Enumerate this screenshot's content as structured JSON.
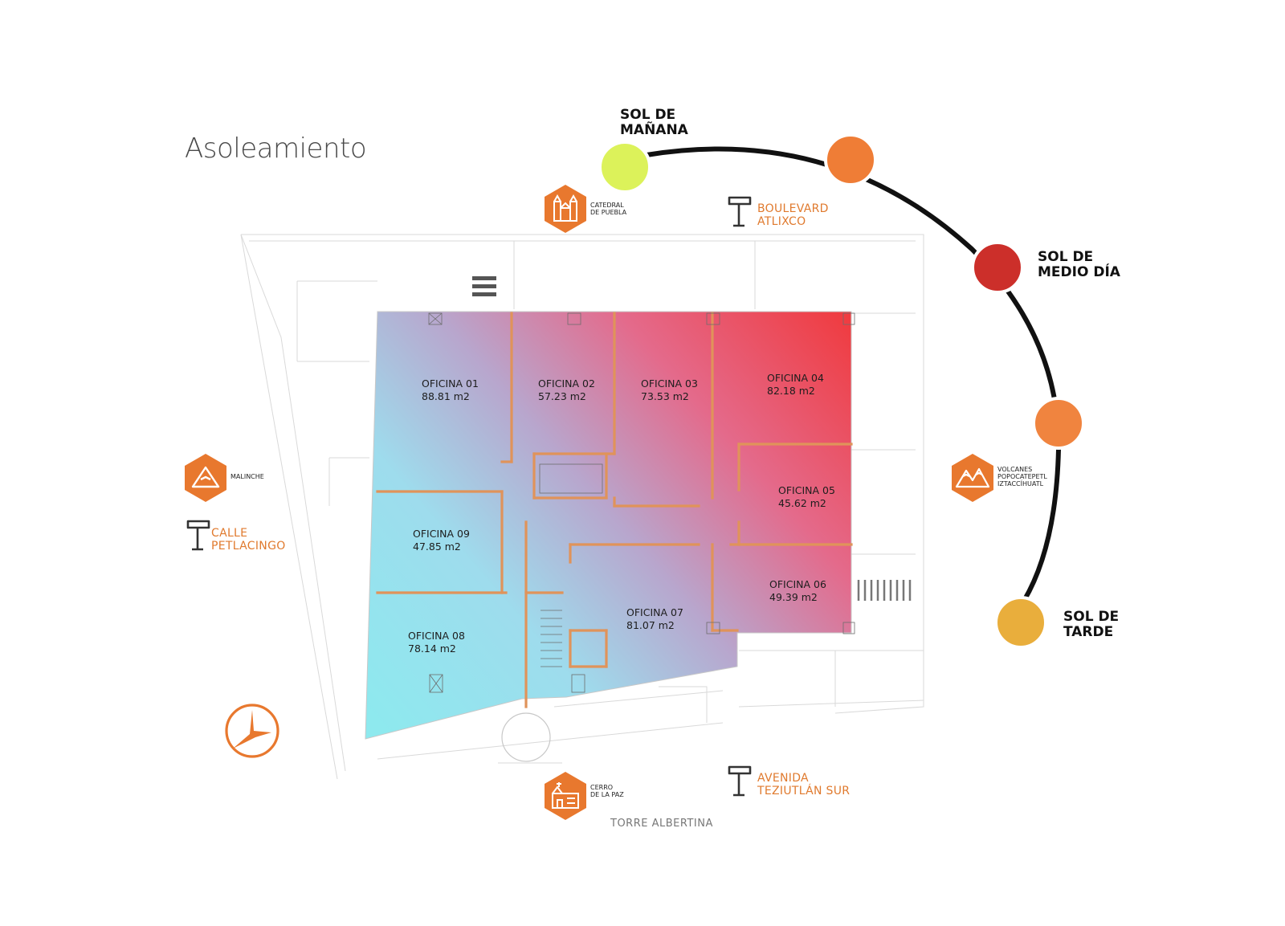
{
  "title": "Asoleamiento",
  "sun_path": {
    "labels": {
      "morning": "SOL DE\nMAÑANA",
      "noon": "SOL DE\nMEDIO DÍA",
      "afternoon": "SOL DE\nTARDE"
    },
    "colors": {
      "morning": "#dcf25a",
      "mid_morning": "#ef7d36",
      "noon": "#cc2f2a",
      "mid_afternoon": "#f0843f",
      "afternoon": "#e9ae3c"
    }
  },
  "landmarks": {
    "catedral": {
      "label": "CATEDRAL\nDE PUEBLA",
      "icon": "cathedral-icon"
    },
    "malinche": {
      "label": "MALINCHE",
      "icon": "mountain-icon"
    },
    "volcanes": {
      "label": "VOLCANES\nPOPOCATEPETL\nIZTACCÍHUATL",
      "icon": "volcanoes-icon"
    },
    "cerro": {
      "label": "CERRO\nDE LA PAZ",
      "icon": "church-icon"
    }
  },
  "streets": {
    "boulevard": {
      "label": "BOULEVARD\nATLIXCO",
      "icon": "street-sign-icon"
    },
    "calle": {
      "label": "CALLE\nPETLACINGO",
      "icon": "street-sign-icon"
    },
    "avenida": {
      "label": "AVENIDA\nTEZIUTLÁN SUR",
      "icon": "street-sign-icon"
    }
  },
  "building": "TORRE ALBERTINA",
  "offices": [
    {
      "name": "OFICINA 01",
      "area": "88.81 m2"
    },
    {
      "name": "OFICINA 02",
      "area": "57.23 m2"
    },
    {
      "name": "OFICINA 03",
      "area": "73.53 m2"
    },
    {
      "name": "OFICINA 04",
      "area": "82.18 m2"
    },
    {
      "name": "OFICINA 05",
      "area": "45.62 m2"
    },
    {
      "name": "OFICINA 06",
      "area": "49.39 m2"
    },
    {
      "name": "OFICINA 07",
      "area": "81.07 m2"
    },
    {
      "name": "OFICINA 08",
      "area": "78.14 m2"
    },
    {
      "name": "OFICINA 09",
      "area": "47.85 m2"
    }
  ],
  "colors": {
    "accent": "#e8782e",
    "wall": "#e0935a",
    "heat_hot": "#f03a3e",
    "heat_cool": "#8ee8ee"
  }
}
